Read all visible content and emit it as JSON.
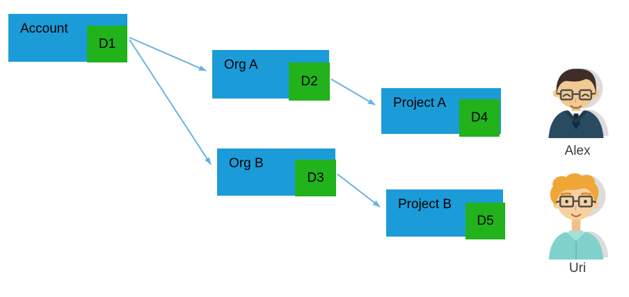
{
  "diagram": {
    "nodes": [
      {
        "id": "account",
        "label": "Account",
        "badge": "D1"
      },
      {
        "id": "org-a",
        "label": "Org A",
        "badge": "D2"
      },
      {
        "id": "org-b",
        "label": "Org B",
        "badge": "D3"
      },
      {
        "id": "project-a",
        "label": "Project A",
        "badge": "D4"
      },
      {
        "id": "project-b",
        "label": "Project B",
        "badge": "D5"
      }
    ],
    "edges": [
      {
        "from": "Account (D1)",
        "to": "Org A"
      },
      {
        "from": "Account (D1)",
        "to": "Org B"
      },
      {
        "from": "Org A (D2)",
        "to": "Project A"
      },
      {
        "from": "Org B (D3)",
        "to": "Project B"
      }
    ],
    "colors": {
      "node_fill": "#1c9bd9",
      "badge_fill": "#21b21c",
      "arrow": "#67b2e3",
      "label_text": "#000000",
      "name_text": "#3c3c3c"
    }
  },
  "users": [
    {
      "name": "Alex"
    },
    {
      "name": "Uri"
    }
  ]
}
